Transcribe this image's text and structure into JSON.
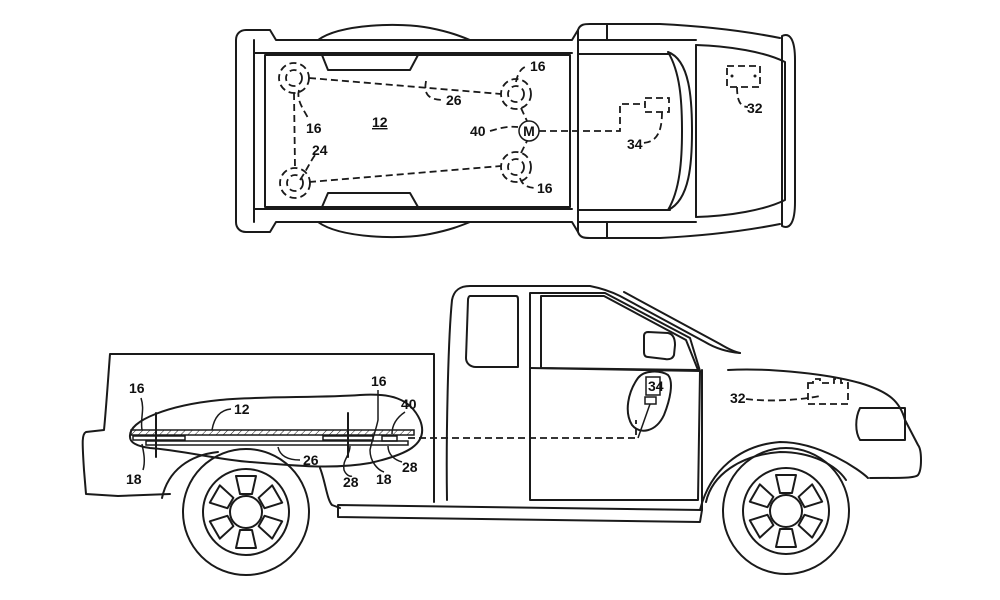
{
  "figure": {
    "top_view": {
      "labels": {
        "bed": "12",
        "actuator_top_right": "16",
        "actuator_left": "16",
        "actuator_bottom_right": "16",
        "actuator_bottom_left": "24",
        "cable": "26",
        "motor": "40",
        "motor_symbol": "M",
        "controller": "34",
        "battery": "32"
      }
    },
    "side_view": {
      "labels": {
        "actuator_rear": "16",
        "base_rear": "18",
        "bed": "12",
        "actuator_front": "16",
        "motor": "40",
        "cable": "26",
        "bracket_mid": "28",
        "base_front": "18",
        "bracket_front": "28",
        "controller": "34",
        "battery": "32"
      }
    }
  }
}
